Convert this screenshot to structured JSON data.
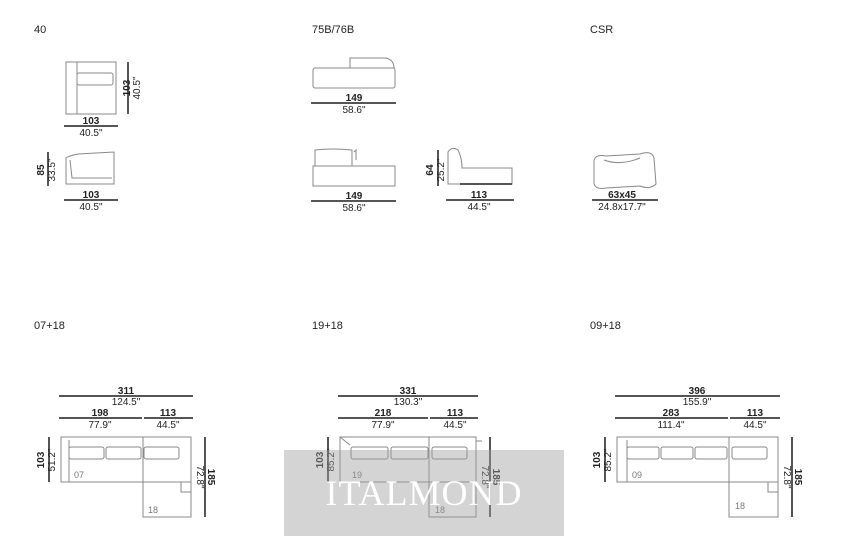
{
  "sections": {
    "s40": "40",
    "s75": "75B/76B",
    "scsr": "CSR",
    "s0718": "07+18",
    "s1918": "19+18",
    "s0918": "09+18"
  },
  "dims": {
    "d40_top": {
      "cm": "103",
      "in": "40.5\""
    },
    "d40_top_side": {
      "cm": "103",
      "in": "40.5\""
    },
    "d40_bot": {
      "cm": "103",
      "in": "40.5\""
    },
    "d40_bot_side": {
      "cm": "85",
      "in": "33.5\""
    },
    "d75_top": {
      "cm": "149",
      "in": "58.6\""
    },
    "d75_bot": {
      "cm": "149",
      "in": "58.6\""
    },
    "d75_chaise": {
      "cm": "113",
      "in": "44.5\""
    },
    "d75_chaise_side": {
      "cm": "64",
      "in": "25.2\""
    },
    "dcsr": {
      "cm": "63x45",
      "in": "24.8x17.7\""
    },
    "c1_total": {
      "cm": "311",
      "in": "124.5\""
    },
    "c1_a": {
      "cm": "198",
      "in": "77.9\""
    },
    "c1_b": {
      "cm": "113",
      "in": "44.5\""
    },
    "c1_left": {
      "cm": "103",
      "in": "51.2\""
    },
    "c1_right": {
      "cm": "185",
      "in": "72.8\""
    },
    "c2_total": {
      "cm": "331",
      "in": "130.3\""
    },
    "c2_a": {
      "cm": "218",
      "in": "77.9\""
    },
    "c2_b": {
      "cm": "113",
      "in": "44.5\""
    },
    "c2_left": {
      "cm": "103",
      "in": "85.2\""
    },
    "c2_right": {
      "cm": "185",
      "in": "72.8\""
    },
    "c3_total": {
      "cm": "396",
      "in": "155.9\""
    },
    "c3_a": {
      "cm": "283",
      "in": "111.4\""
    },
    "c3_b": {
      "cm": "113",
      "in": "44.5\""
    },
    "c3_left": {
      "cm": "103",
      "in": "85.2\""
    },
    "c3_right": {
      "cm": "185",
      "in": "72.8\""
    }
  },
  "modules": {
    "m07": "07",
    "m18a": "18",
    "m19": "19",
    "m18b": "18",
    "m09": "09",
    "m18c": "18"
  },
  "watermark": "ITALMOND"
}
